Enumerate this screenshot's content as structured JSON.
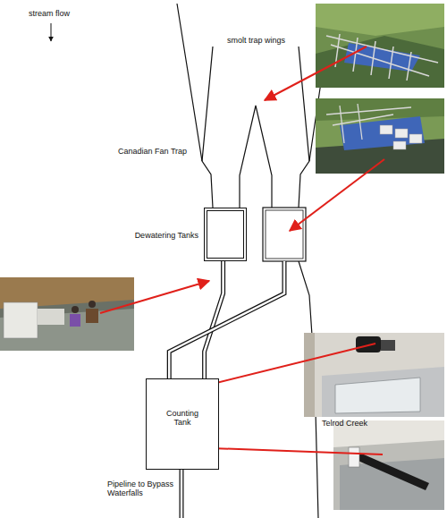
{
  "diagram": {
    "nodes": [
      {
        "text": [
          "Dewatering Tanks"
        ]
      },
      {
        "text": [
          "Counting Tank"
        ]
      }
    ],
    "edges": [
      {
        "from": 0,
        "to": 1,
        "arrow": "none"
      }
    ],
    "labels": [
      "stream flow",
      "smolt trap wings",
      "Canadian Fan Trap",
      "Telrod Creek",
      "Pipeline to Bypass Waterfalls"
    ]
  }
}
